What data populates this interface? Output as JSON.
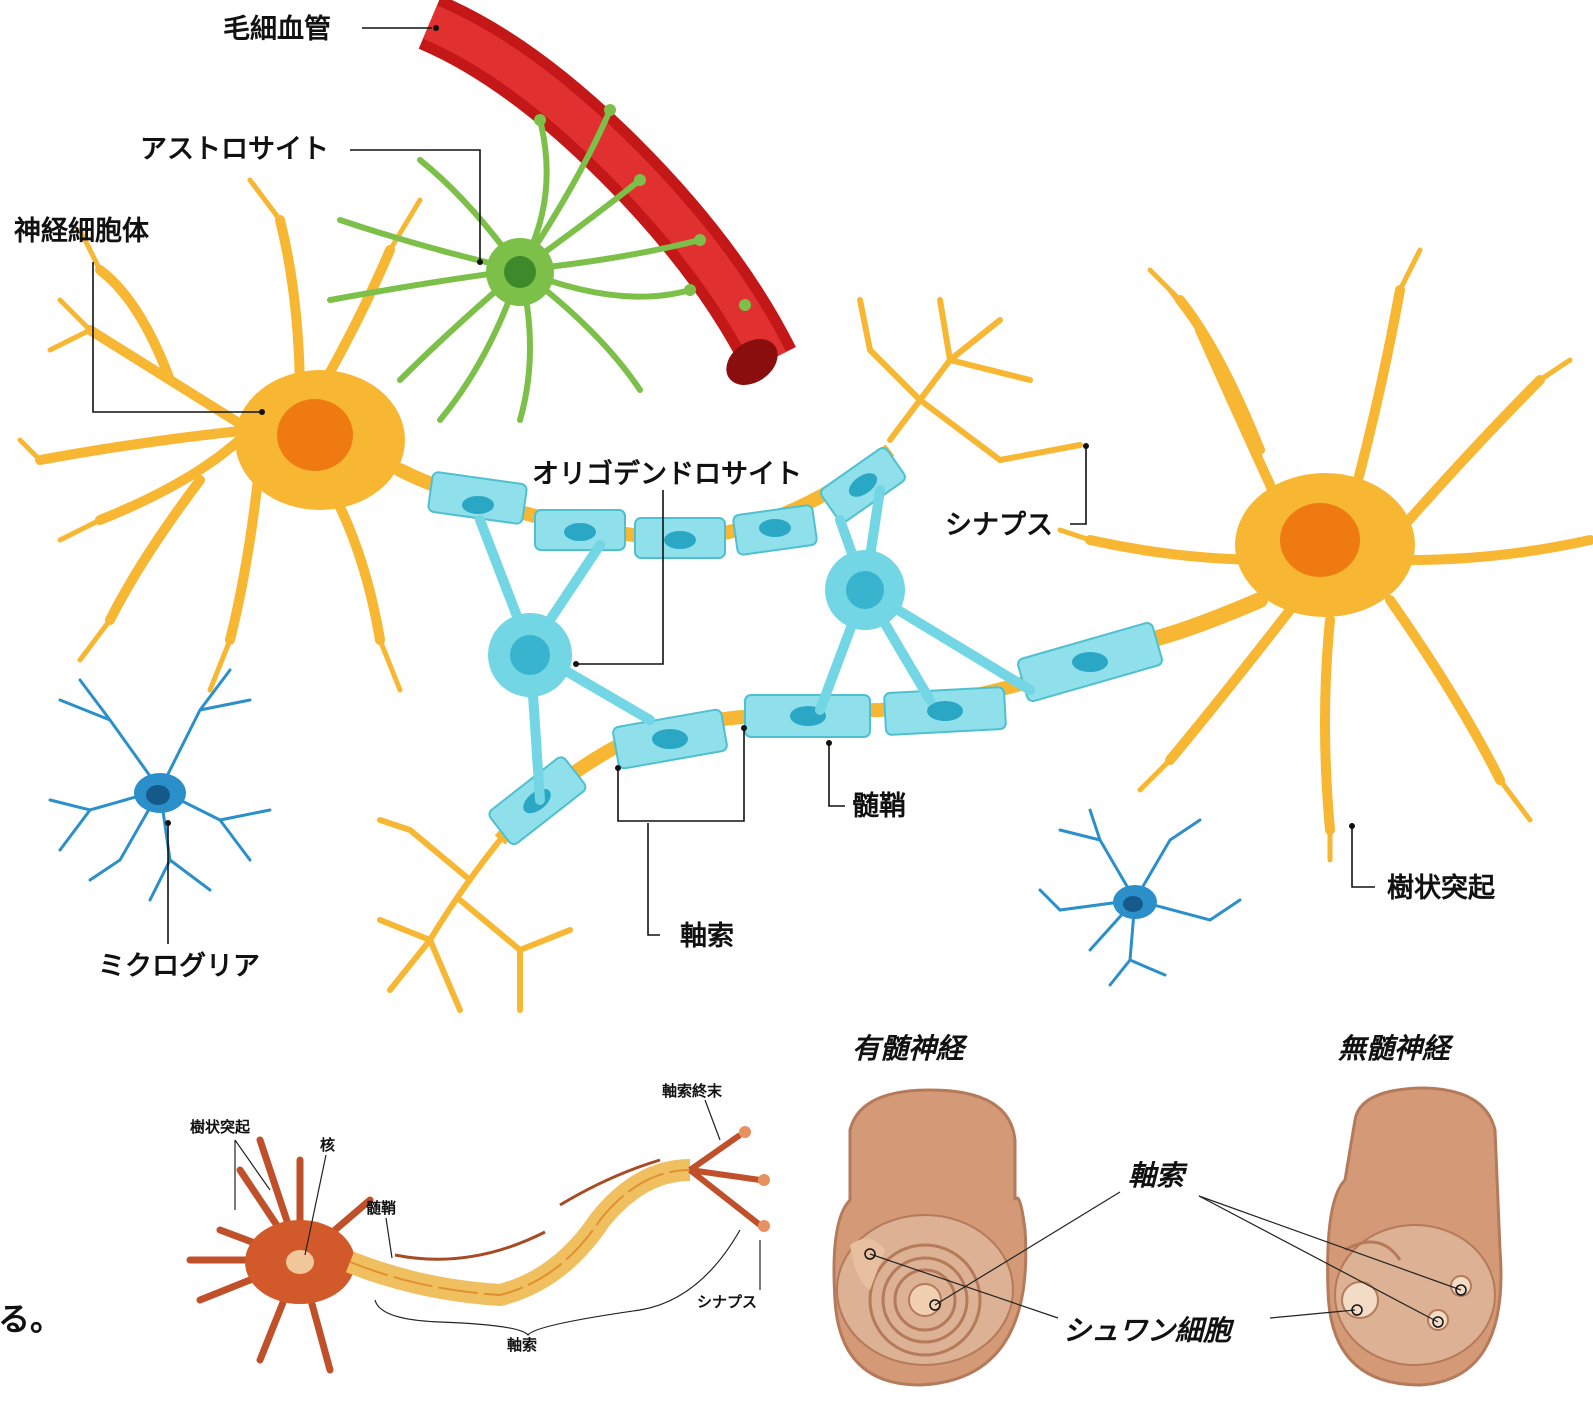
{
  "labels": {
    "capillary": "毛細血管",
    "astrocyte": "アストロサイト",
    "cell_body": "神経細胞体",
    "oligodendrocyte": "オリゴデンドロサイト",
    "synapse": "シナプス",
    "myelin": "髄鞘",
    "axon": "軸索",
    "dendrite": "樹状突起",
    "microglia": "ミクログリア"
  },
  "lower_left": {
    "dendrite": "樹状突起",
    "nucleus": "核",
    "myelin": "髄鞘",
    "axon_terminal": "軸索終末",
    "synapse": "シナプス",
    "axon": "軸索"
  },
  "cross_section": {
    "myelinated_title": "有髄神経",
    "unmyelinated_title": "無髄神経",
    "axon": "軸索",
    "schwann": "シュワン細胞"
  },
  "fragment_text": "る。",
  "colors": {
    "neuron": "#f7b733",
    "neuron_nucleus": "#f07a12",
    "astrocyte": "#7cc04a",
    "capillary": "#d41f1f",
    "oligodendrocyte": "#72d6e4",
    "microglia": "#2b8fc9",
    "cross_section": "#d49a78"
  }
}
